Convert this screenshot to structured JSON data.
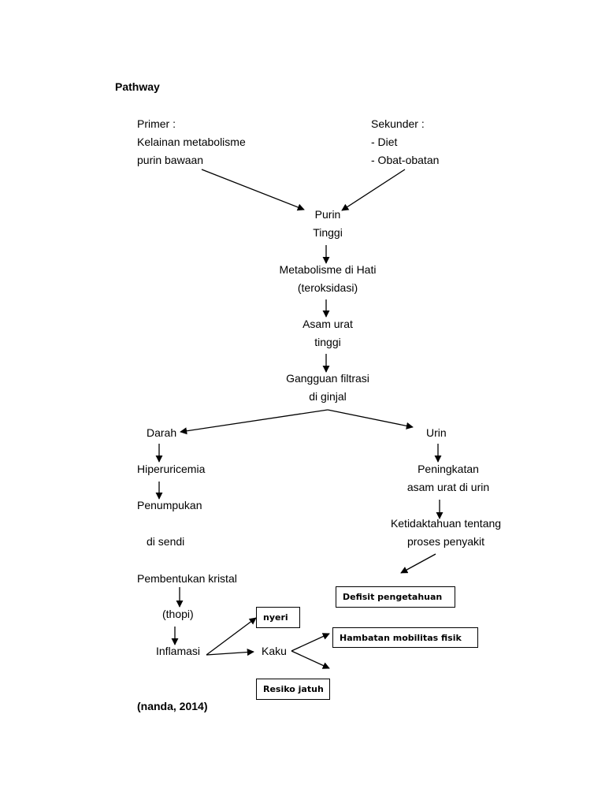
{
  "title": "Pathway",
  "primary": {
    "heading": "Primer :",
    "line1": "Kelainan metabolisme",
    "line2": "purin bawaan"
  },
  "secondary": {
    "heading": "Sekunder :",
    "line1": "- Diet",
    "line2": "- Obat-obatan"
  },
  "nodes": {
    "purin": [
      "Purin",
      "Tinggi"
    ],
    "metabolisme": [
      "Metabolisme di Hati",
      "(teroksidasi)"
    ],
    "asam_urat": [
      "Asam urat",
      "tinggi"
    ],
    "gangguan": [
      "Gangguan filtrasi",
      "di ginjal"
    ],
    "darah": "Darah",
    "urin": "Urin",
    "hiperuricemia": "Hiperuricemia",
    "penumpukan": "Penumpukan",
    "di_sendi": "di sendi",
    "pembentukan": "Pembentukan kristal",
    "thopi": "(thopi)",
    "inflamasi": "Inflamasi",
    "kaku": "Kaku",
    "peningkatan": [
      "Peningkatan",
      "asam urat di urin"
    ],
    "ketidaktahuan": [
      "Ketidaktahuan tentang",
      "proses penyakit"
    ]
  },
  "diagnoses": {
    "defisit": "Defisit pengetahuan",
    "nyeri": "nyeri",
    "hambatan": "Hambatan mobilitas fisik",
    "resiko": "Resiko jatuh"
  },
  "citation": "(nanda, 2014)"
}
